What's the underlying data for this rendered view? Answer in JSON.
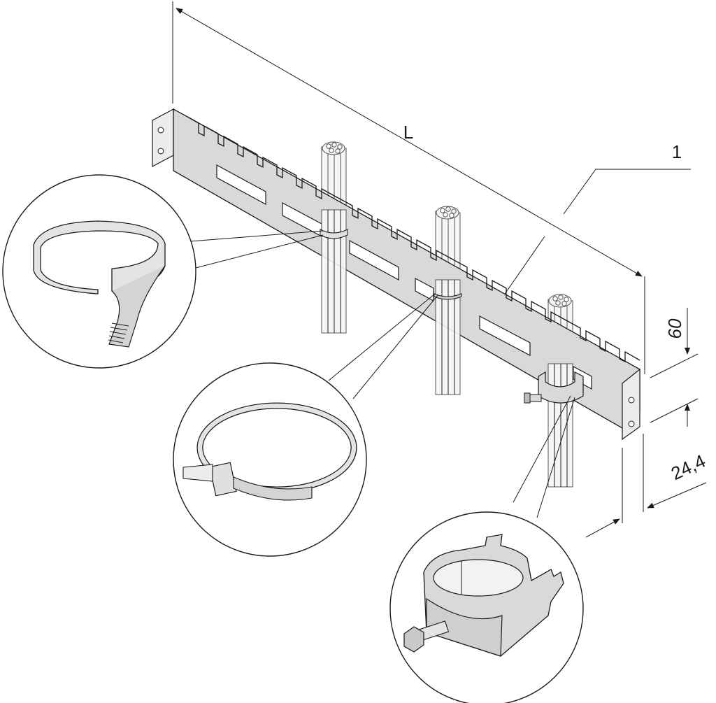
{
  "dimensions": {
    "length_label": "L",
    "height_label": "60",
    "depth_label": "24,4"
  },
  "callouts": {
    "part_number": "1"
  },
  "parts": [
    {
      "name": "mounting-rail-with-slots"
    },
    {
      "name": "velcro-strap"
    },
    {
      "name": "cable-tie"
    },
    {
      "name": "cable-clamp-with-screw"
    }
  ],
  "colors": {
    "line": "#1a1a1a",
    "metal_fill": "#d9d9d9",
    "background": "#ffffff"
  }
}
